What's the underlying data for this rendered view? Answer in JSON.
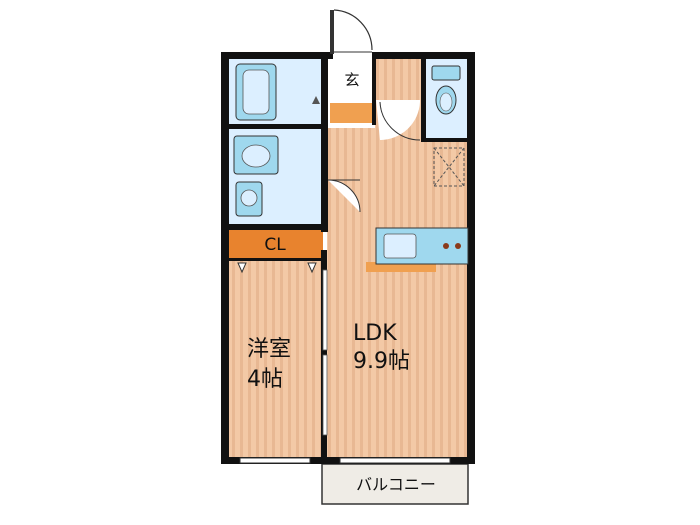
{
  "rooms": {
    "western_room": {
      "name": "洋室",
      "size": "4帖"
    },
    "ldk": {
      "name": "LDK",
      "size": "9.9帖"
    },
    "closet": "CL",
    "entrance": "玄",
    "balcony": "バルコニー"
  },
  "colors": {
    "wall": "#111111",
    "floor_wood": "#f3c9a6",
    "floor_stripe": "#e3b18c",
    "wet_area": "#dcefff",
    "fixture": "#9fd8ee",
    "closet": "#e8832e",
    "orange_accent": "#f0a050",
    "balcony": "#efece6"
  },
  "icons": [
    "bathtub-icon",
    "washbasin-icon",
    "washing-machine-icon",
    "toilet-icon",
    "kitchen-sink-icon",
    "stove-icon",
    "refrigerator-space-icon"
  ]
}
